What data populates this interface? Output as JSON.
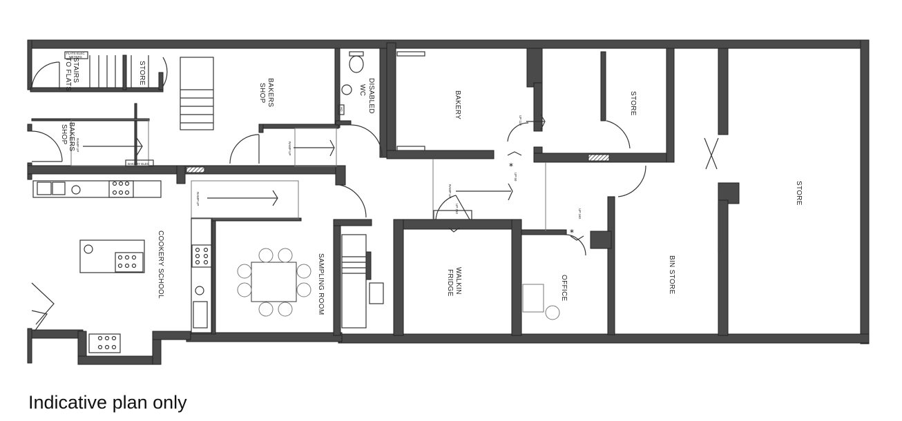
{
  "plan": {
    "rooms": {
      "stairs_to_flats": [
        "STAIRS",
        "TO FLATS"
      ],
      "store_small": "STORE",
      "bakers_shop_main": [
        "BAKERS",
        "SHOP"
      ],
      "bakers_shop_entry": [
        "BAKERS",
        "SHOP"
      ],
      "disabled_wc": [
        "DISABLED",
        "WC"
      ],
      "bakery": "BAKERY",
      "store_mid": "STORE",
      "store_large": "STORE",
      "cookery_school": "COOKERY SCHOOL",
      "sampling_room": "SAMPLING ROOM",
      "walkin_fridge": [
        "WALKIN",
        "FRIDGE"
      ],
      "office": "OFFICE",
      "bin_store": "BIN STORE"
    },
    "annotations": {
      "flats_elec_meters": [
        "FLATS ELEC",
        "METERS"
      ],
      "bakery_elec": "BAKERY ELEC",
      "hand_dryer": "HD",
      "ramp_up": "RAMP UP",
      "up_110": "UP 110",
      "up_50": "UP 50",
      "up_210": "UP 210",
      "up_160": "UP 160"
    }
  },
  "caption": "Indicative plan only",
  "colors": {
    "wall": "#4a4a4a",
    "line": "#333333"
  }
}
